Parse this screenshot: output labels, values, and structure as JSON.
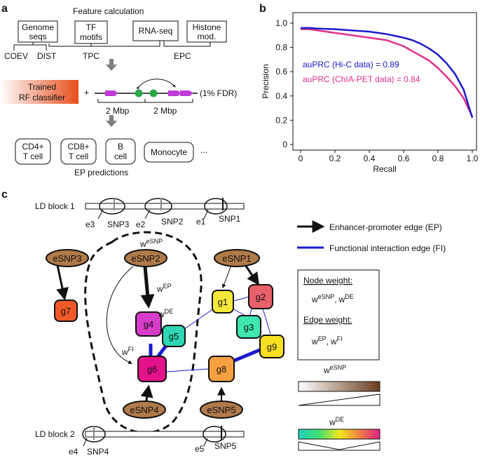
{
  "panel_a": {
    "label": "a",
    "title": "Feature calculation",
    "features": [
      {
        "l1": "Genome",
        "l2": "seqs"
      },
      {
        "l1": "TF",
        "l2": "motifs"
      },
      {
        "l1": "RNA-seq",
        "l2": ""
      },
      {
        "l1": "Histone",
        "l2": "mod."
      }
    ],
    "feature_groups": [
      "COEV",
      "DIST",
      "TPC",
      "EPC"
    ],
    "classifier_l1": "Trained",
    "classifier_l2": "RF classifier",
    "plus": "+",
    "fdr": "(1% FDR)",
    "dist_left": "2 Mbp",
    "dist_right": "2 Mbp",
    "cells": [
      {
        "l1": "CD4+",
        "l2": "T cell"
      },
      {
        "l1": "CD8+",
        "l2": "T cell"
      },
      {
        "l1": "B",
        "l2": "cell"
      },
      {
        "l1": "Monocyte",
        "l2": ""
      }
    ],
    "ellipsis": "...",
    "predictions": "EP predictions",
    "colors": {
      "enhancer": "#2aa84a",
      "promoter": "#c03ad8",
      "classifier": "#e94e1b"
    }
  },
  "panel_b": {
    "label": "b",
    "legend_hic": "auPRC (Hi-C data) = 0.89",
    "legend_chia": "auPRC (ChIA-PET data) = 0.84",
    "colors": {
      "hic": "#1a1acc",
      "chia": "#e0308a"
    }
  },
  "chart_data": {
    "type": "line",
    "xlabel": "Recall",
    "ylabel": "Precision",
    "xlim": [
      0,
      1
    ],
    "ylim": [
      0,
      1
    ],
    "xticks": [
      0,
      0.2,
      0.4,
      0.6,
      0.8,
      1.0
    ],
    "xtick_labels": [
      "0",
      "0.2",
      "0.4",
      "0.6",
      "0.8",
      "1.0"
    ],
    "yticks": [
      0,
      0.2,
      0.4,
      0.6,
      0.8,
      1.0
    ],
    "ytick_labels": [
      "0",
      "0.2",
      "0.4",
      "0.6",
      "0.8",
      "1.0"
    ],
    "grid": false,
    "legend": "middle-left",
    "series": [
      {
        "name": "auPRC (Hi-C data) = 0.89",
        "color": "#1a1acc",
        "x": [
          0,
          0.05,
          0.1,
          0.2,
          0.3,
          0.4,
          0.5,
          0.6,
          0.65,
          0.7,
          0.75,
          0.8,
          0.85,
          0.9,
          0.95,
          1.0
        ],
        "y": [
          0.96,
          0.96,
          0.955,
          0.95,
          0.94,
          0.93,
          0.91,
          0.88,
          0.86,
          0.83,
          0.79,
          0.74,
          0.67,
          0.58,
          0.45,
          0.22
        ]
      },
      {
        "name": "auPRC (ChIA-PET data) = 0.84",
        "color": "#e0308a",
        "x": [
          0,
          0.05,
          0.1,
          0.2,
          0.3,
          0.4,
          0.5,
          0.6,
          0.65,
          0.7,
          0.75,
          0.8,
          0.85,
          0.9,
          0.95,
          1.0
        ],
        "y": [
          0.95,
          0.95,
          0.94,
          0.92,
          0.9,
          0.88,
          0.86,
          0.81,
          0.77,
          0.73,
          0.69,
          0.63,
          0.56,
          0.48,
          0.38,
          0.23
        ]
      }
    ]
  },
  "panel_c": {
    "label": "c",
    "ld1": "LD block 1",
    "ld2": "LD block 2",
    "ld1_labels": [
      "e3",
      "SNP3",
      "e2",
      "SNP2",
      "e1",
      "SNP1"
    ],
    "ld2_labels": [
      "e4",
      "SNP4",
      "e5",
      "SNP5"
    ],
    "esnps": [
      "eSNP3",
      "eSNP2",
      "eSNP1",
      "eSNP4",
      "eSNP5"
    ],
    "genes": [
      "g7",
      "g4",
      "g5",
      "g6",
      "g1",
      "g2",
      "g3",
      "g9",
      "g8"
    ],
    "gene_colors": {
      "g7": "#f05a28",
      "g4": "#d63cc8",
      "g5": "#2ed6b5",
      "g6": "#e4128a",
      "g1": "#f5e83a",
      "g2": "#e8606a",
      "g3": "#3ee6b0",
      "g9": "#f8e020",
      "g8": "#f6a040"
    },
    "esnp_color": "#b07a4a",
    "weights": {
      "w": "w",
      "esnp": "eSNP",
      "ep": "EP",
      "de": "DE",
      "fi": "FI",
      "comma": ","
    },
    "legend_ep": "Enhancer-promoter edge (EP)",
    "legend_fi": "Functional interaction edge (FI)",
    "node_weight": "Node weight:",
    "edge_weight": "Edge weight:",
    "colors": {
      "fi_edge": "#1a1acc"
    }
  }
}
